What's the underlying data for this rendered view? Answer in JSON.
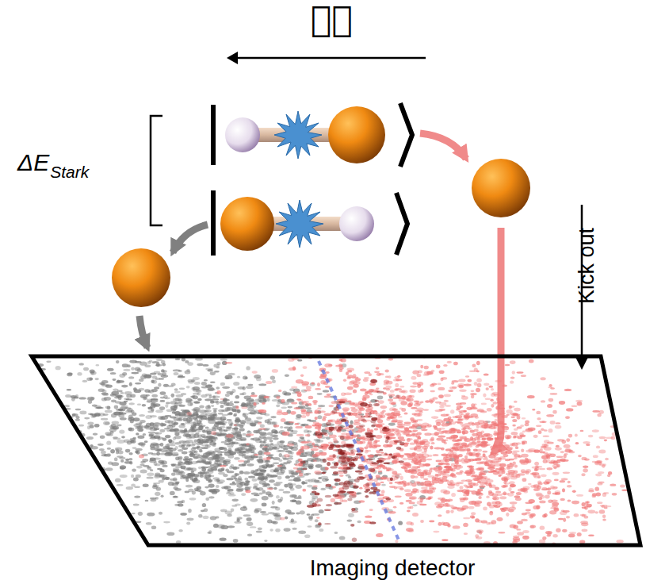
{
  "diagram": {
    "labels": [
      "ℰ⃗",
      "ΔE",
      "Stark",
      "Kick out",
      "Imaging detector"
    ]
  }
}
